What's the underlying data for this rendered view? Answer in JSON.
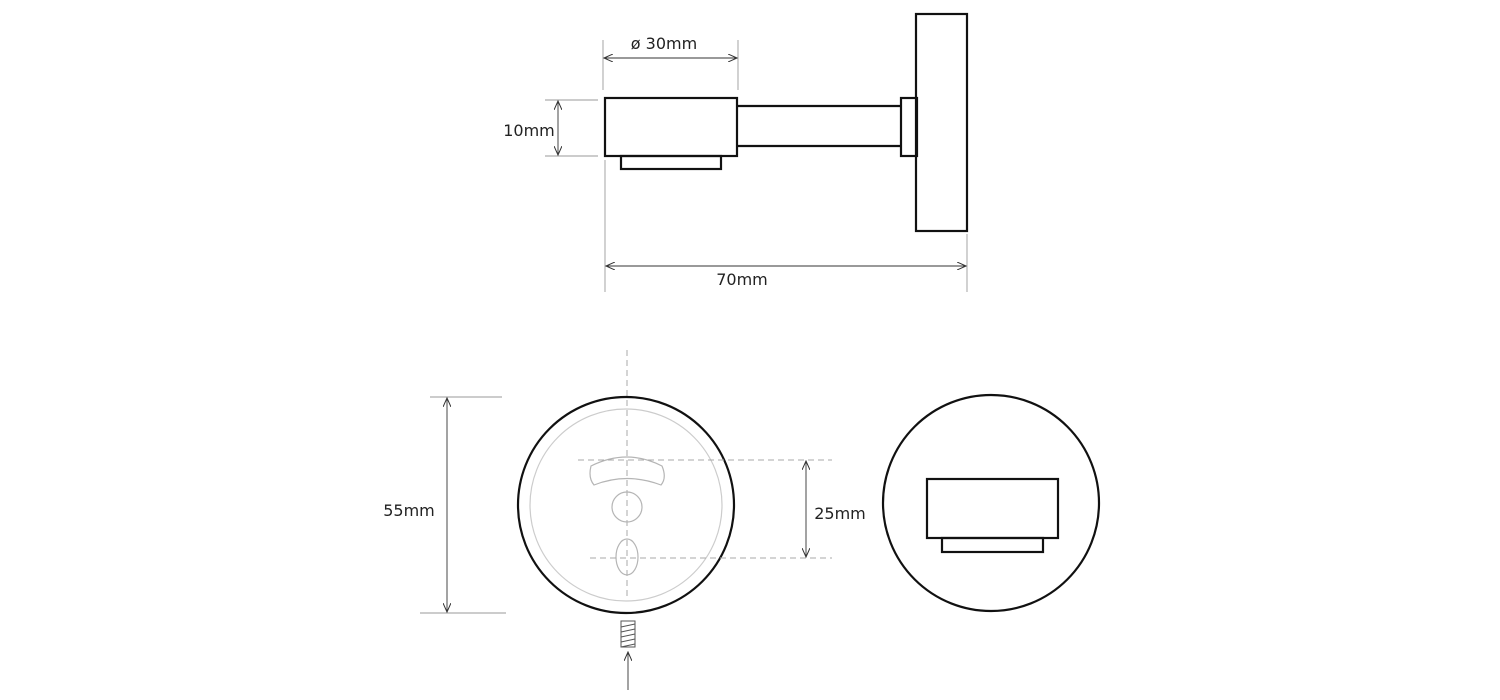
{
  "dimensions": {
    "diameter": "ø 30mm",
    "height": "10mm",
    "length": "70mm",
    "plate_diameter": "55mm",
    "hole_spacing": "25mm"
  },
  "colors": {
    "line": "#111111",
    "dimension_line": "#333333",
    "extension_line": "#9a9a9a",
    "hidden_line": "#b5b5b5",
    "background": "#ffffff"
  }
}
